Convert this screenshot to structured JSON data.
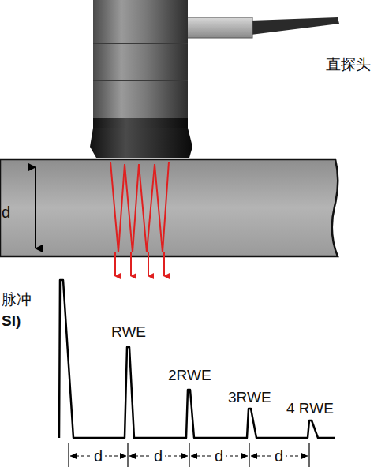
{
  "diagram": {
    "labels": [
      "直探头",
      "d",
      "脉冲",
      "SI)",
      "RWE",
      "2RWE",
      "3RWE",
      "4 RWE",
      "d",
      "d",
      "d",
      "d"
    ]
  }
}
